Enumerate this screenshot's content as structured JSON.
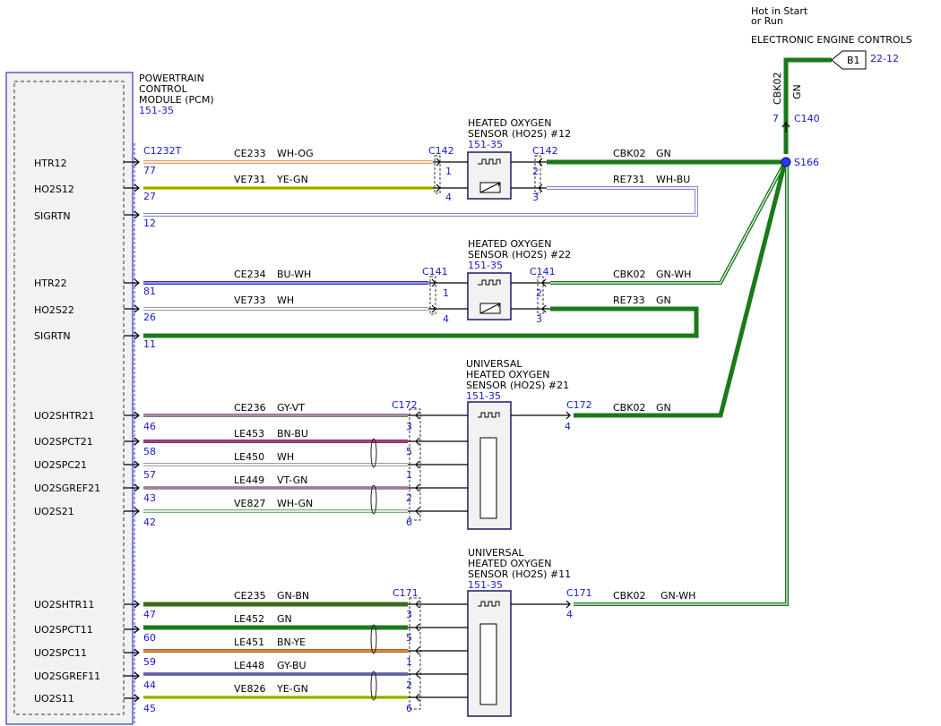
{
  "header": {
    "hot_line1": "Hot in Start",
    "hot_line2": "or Run",
    "system": "ELECTRONIC ENGINE CONTROLS",
    "fuse": "B1",
    "fuse_ref": "22-12",
    "vert_circuit": "CBK02",
    "vert_color": "GN",
    "c140_pin": "7",
    "c140": "C140",
    "splice": "S166"
  },
  "pcm": {
    "line1": "POWERTRAIN",
    "line2": "CONTROL",
    "line3": "MODULE (PCM)",
    "ref": "151-35",
    "connector": "C1232T",
    "pins": [
      {
        "name": "HTR12",
        "pin": "77"
      },
      {
        "name": "HO2S12",
        "pin": "27"
      },
      {
        "name": "SIGRTN",
        "pin": "12"
      },
      {
        "name": "HTR22",
        "pin": "81"
      },
      {
        "name": "HO2S22",
        "pin": "26"
      },
      {
        "name": "SIGRTN",
        "pin": "11"
      },
      {
        "name": "UO2SHTR21",
        "pin": "46"
      },
      {
        "name": "UO2SPCT21",
        "pin": "58"
      },
      {
        "name": "UO2SPC21",
        "pin": "57"
      },
      {
        "name": "UO2SGREF21",
        "pin": "43"
      },
      {
        "name": "UO2S21",
        "pin": "42"
      },
      {
        "name": "UO2SHTR11",
        "pin": "47"
      },
      {
        "name": "UO2SPCT11",
        "pin": "60"
      },
      {
        "name": "UO2SPC11",
        "pin": "59"
      },
      {
        "name": "UO2SGREF11",
        "pin": "44"
      },
      {
        "name": "UO2S11",
        "pin": "45"
      }
    ]
  },
  "left_wires": [
    {
      "circuit": "CE233",
      "color": "WH-OG",
      "pin": "1"
    },
    {
      "circuit": "VE731",
      "color": "YE-GN",
      "pin": "4"
    },
    {
      "circuit": "CE234",
      "color": "BU-WH",
      "pin": "1"
    },
    {
      "circuit": "VE733",
      "color": "WH",
      "pin": "4"
    },
    {
      "circuit": "CE236",
      "color": "GY-VT",
      "pin": "3"
    },
    {
      "circuit": "LE453",
      "color": "BN-BU",
      "pin": "5"
    },
    {
      "circuit": "LE450",
      "color": "WH",
      "pin": "1"
    },
    {
      "circuit": "LE449",
      "color": "VT-GN",
      "pin": "2"
    },
    {
      "circuit": "VE827",
      "color": "WH-GN",
      "pin": "6"
    },
    {
      "circuit": "CE235",
      "color": "GN-BN",
      "pin": "3"
    },
    {
      "circuit": "LE452",
      "color": "GN",
      "pin": "5"
    },
    {
      "circuit": "LE451",
      "color": "BN-YE",
      "pin": "1"
    },
    {
      "circuit": "LE448",
      "color": "GY-BU",
      "pin": "2"
    },
    {
      "circuit": "VE826",
      "color": "YE-GN",
      "pin": "6"
    }
  ],
  "sensors": [
    {
      "title1": "HEATED OXYGEN",
      "title2": "SENSOR (HO2S) #12",
      "title3": "",
      "ref": "151-35",
      "conn_left": "C142",
      "conn_right": "C142"
    },
    {
      "title1": "HEATED OXYGEN",
      "title2": "SENSOR (HO2S) #22",
      "title3": "",
      "ref": "151-35",
      "conn_left": "C141",
      "conn_right": "C141"
    },
    {
      "title1": "UNIVERSAL",
      "title2": "HEATED OXYGEN",
      "title3": "SENSOR (HO2S) #21",
      "ref": "151-35",
      "conn_left": "C172",
      "conn_right": "C172"
    },
    {
      "title1": "UNIVERSAL",
      "title2": "HEATED OXYGEN",
      "title3": "SENSOR (HO2S) #11",
      "ref": "151-35",
      "conn_left": "C171",
      "conn_right": "C171"
    }
  ],
  "right_wires": [
    {
      "circuit": "CBK02",
      "color": "GN",
      "pin": "2"
    },
    {
      "circuit": "RE731",
      "color": "WH-BU",
      "pin": "3"
    },
    {
      "circuit": "CBK02",
      "color": "GN-WH",
      "pin": "2"
    },
    {
      "circuit": "RE733",
      "color": "GN",
      "pin": "3"
    },
    {
      "circuit": "CBK02",
      "color": "GN",
      "pin": "4"
    },
    {
      "circuit": "CBK02",
      "color": "GN-WH",
      "pin": "4"
    }
  ]
}
